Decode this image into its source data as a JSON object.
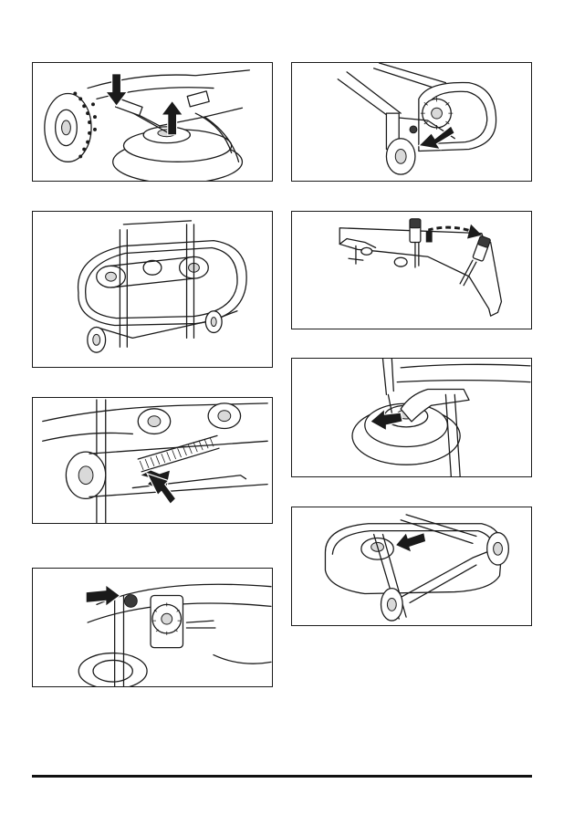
{
  "figures": [
    {
      "id": "fig-1",
      "icon": "lift-arm-illustration"
    },
    {
      "id": "fig-2",
      "icon": "belt-cover-illustration"
    },
    {
      "id": "fig-3",
      "icon": "tension-spring-illustration"
    },
    {
      "id": "fig-4",
      "icon": "grease-point-illustration"
    },
    {
      "id": "fig-5",
      "icon": "height-adjust-illustration"
    },
    {
      "id": "fig-6",
      "icon": "lever-illustration"
    },
    {
      "id": "fig-7",
      "icon": "spindle-illustration"
    },
    {
      "id": "fig-8",
      "icon": "deck-front-illustration"
    }
  ],
  "colors": {
    "line": "#1a1a1a",
    "arrow": "#1a1a1a",
    "background": "#ffffff"
  }
}
